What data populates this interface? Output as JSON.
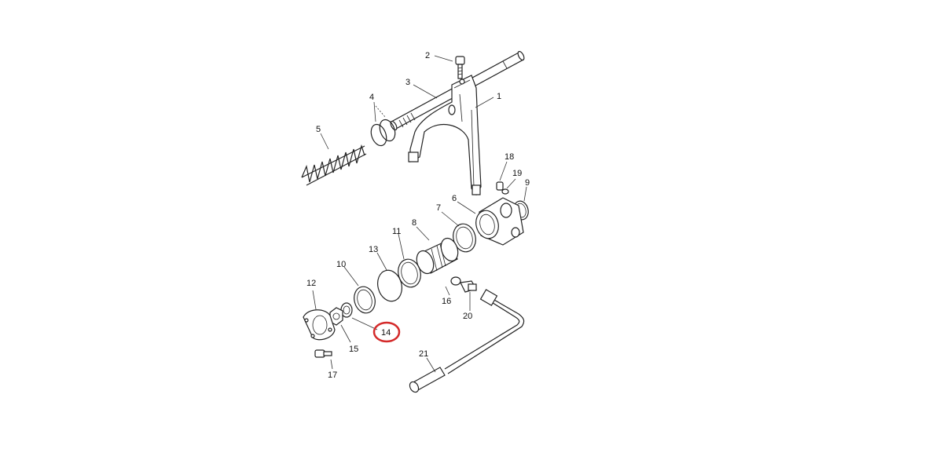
{
  "diagram": {
    "highlight_color": "#d42a2a",
    "highlighted_callout": "14",
    "callouts": {
      "c1": "1",
      "c2": "2",
      "c3": "3",
      "c4": "4",
      "c5": "5",
      "c6": "6",
      "c7": "7",
      "c8": "8",
      "c9": "9",
      "c10": "10",
      "c11": "11",
      "c12": "12",
      "c13": "13",
      "c14": "14",
      "c15": "15",
      "c16": "16",
      "c17": "17",
      "c18": "18",
      "c19": "19",
      "c20": "20",
      "c21": "21"
    }
  }
}
